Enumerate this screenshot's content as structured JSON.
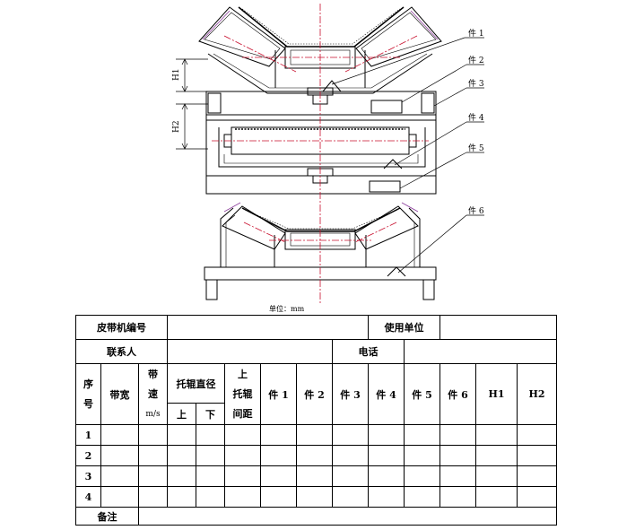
{
  "labels": {
    "part1": "件 1",
    "part2": "件 2",
    "part3": "件 3",
    "part4": "件 4",
    "part5": "件 5",
    "part6": "件 6",
    "h1": "H1",
    "h2": "H2"
  },
  "unit": "单位：mm",
  "form": {
    "conveyor_no": "皮带机编号",
    "user_unit": "使用单位",
    "contact": "联系人",
    "phone": "电话",
    "col_seq_a": "序",
    "col_seq_b": "号",
    "col_width": "带宽",
    "col_speed_a": "带",
    "col_speed_b": "速",
    "col_speed_unit": "m/s",
    "col_roller_dia": "托辊直径",
    "col_upper": "上",
    "col_lower": "下",
    "col_spacing_a": "上",
    "col_spacing_b": "托辊",
    "col_spacing_c": "间距",
    "col_p1": "件 1",
    "col_p2": "件 2",
    "col_p3": "件 3",
    "col_p4": "件 4",
    "col_p5": "件 5",
    "col_p6": "件 6",
    "col_h1": "H1",
    "col_h2": "H2",
    "rows": [
      "1",
      "2",
      "3",
      "4"
    ],
    "remark": "备注"
  }
}
